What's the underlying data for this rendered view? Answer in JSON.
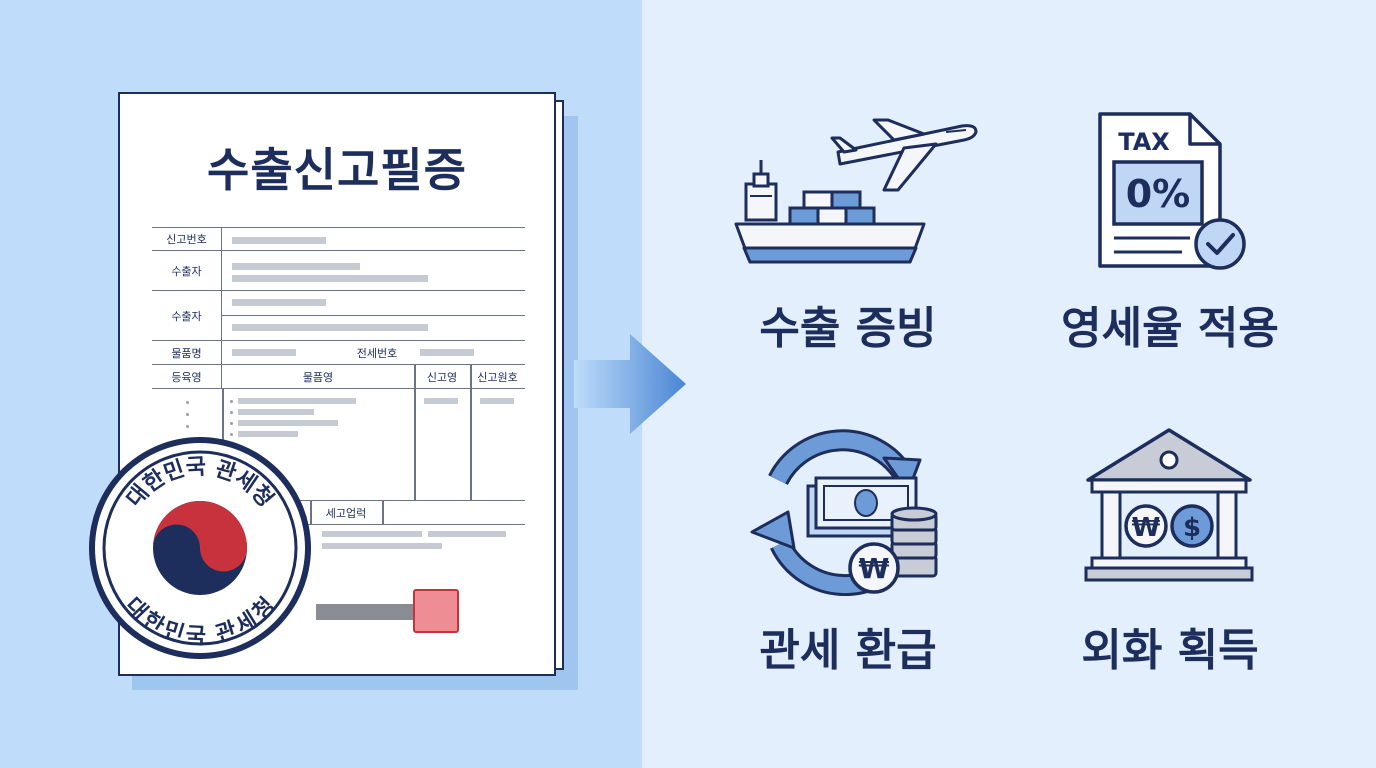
{
  "document": {
    "title": "수출신고필증",
    "rows": {
      "r1_label": "신고번호",
      "r2_label": "수출자",
      "r3_label": "수출자",
      "r4_label": "물품명",
      "r4_mid_label": "전세번호",
      "header": [
        "등육영",
        "물픔영",
        "신고영",
        "신고원호"
      ],
      "lower_label": "세고업럭"
    }
  },
  "seal": {
    "text_top": "대한민국 관세청",
    "text_bottom": "대한민국 관세청"
  },
  "benefits": [
    {
      "label": "수출 증빙",
      "icon": "ship-plane-icon"
    },
    {
      "label": "영세율 적용",
      "icon": "tax-document-icon",
      "tax_text": "TAX",
      "rate_text": "0%"
    },
    {
      "label": "관세 환급",
      "icon": "refund-cycle-icon",
      "currency_symbol": "₩"
    },
    {
      "label": "외화 획득",
      "icon": "bank-icon",
      "symbols": [
        "₩",
        "$"
      ]
    }
  ],
  "colors": {
    "navy": "#1d2d5c",
    "left_bg": "#bfdcfa",
    "right_bg": "#e3effd",
    "seal_red": "#c8323c",
    "seal_blue": "#1d2d5c",
    "icon_blue": "#6d9bd8"
  }
}
